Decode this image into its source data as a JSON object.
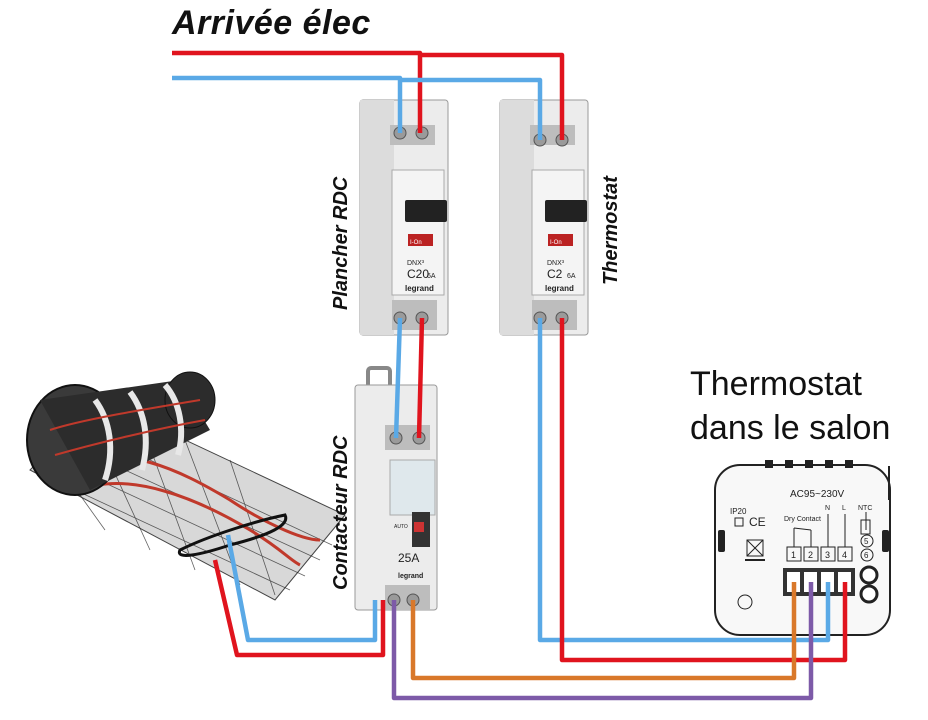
{
  "title": "Arrivée élec",
  "labels": {
    "plancher": "Plancher RDC",
    "thermostat_breaker": "Thermostat",
    "contacteur": "Contacteur RDC",
    "thermostat_room_line1": "Thermostat",
    "thermostat_room_line2": "dans le salon"
  },
  "breaker1": {
    "brand": "DNX³",
    "rating": "C20",
    "current": "6A",
    "maker": "legrand",
    "on": "I-On"
  },
  "breaker2": {
    "brand": "DNX³",
    "rating": "C2",
    "current": "6A",
    "maker": "legrand",
    "on": "I-On"
  },
  "contactor": {
    "rating": "25A",
    "maker": "legrand",
    "auto": "AUTO"
  },
  "thermostat": {
    "voltage": "AC95~230V",
    "ip": "IP20",
    "ce": "CE",
    "dry_contact": "Dry Contact",
    "n": "N",
    "l": "L",
    "ntc": "NTC",
    "terminals": [
      "1",
      "2",
      "3",
      "4",
      "5",
      "6"
    ]
  },
  "colors": {
    "live": "#e0141e",
    "neutral": "#5aa9e6",
    "orange": "#d9782a",
    "purple": "#7d5aa8"
  }
}
